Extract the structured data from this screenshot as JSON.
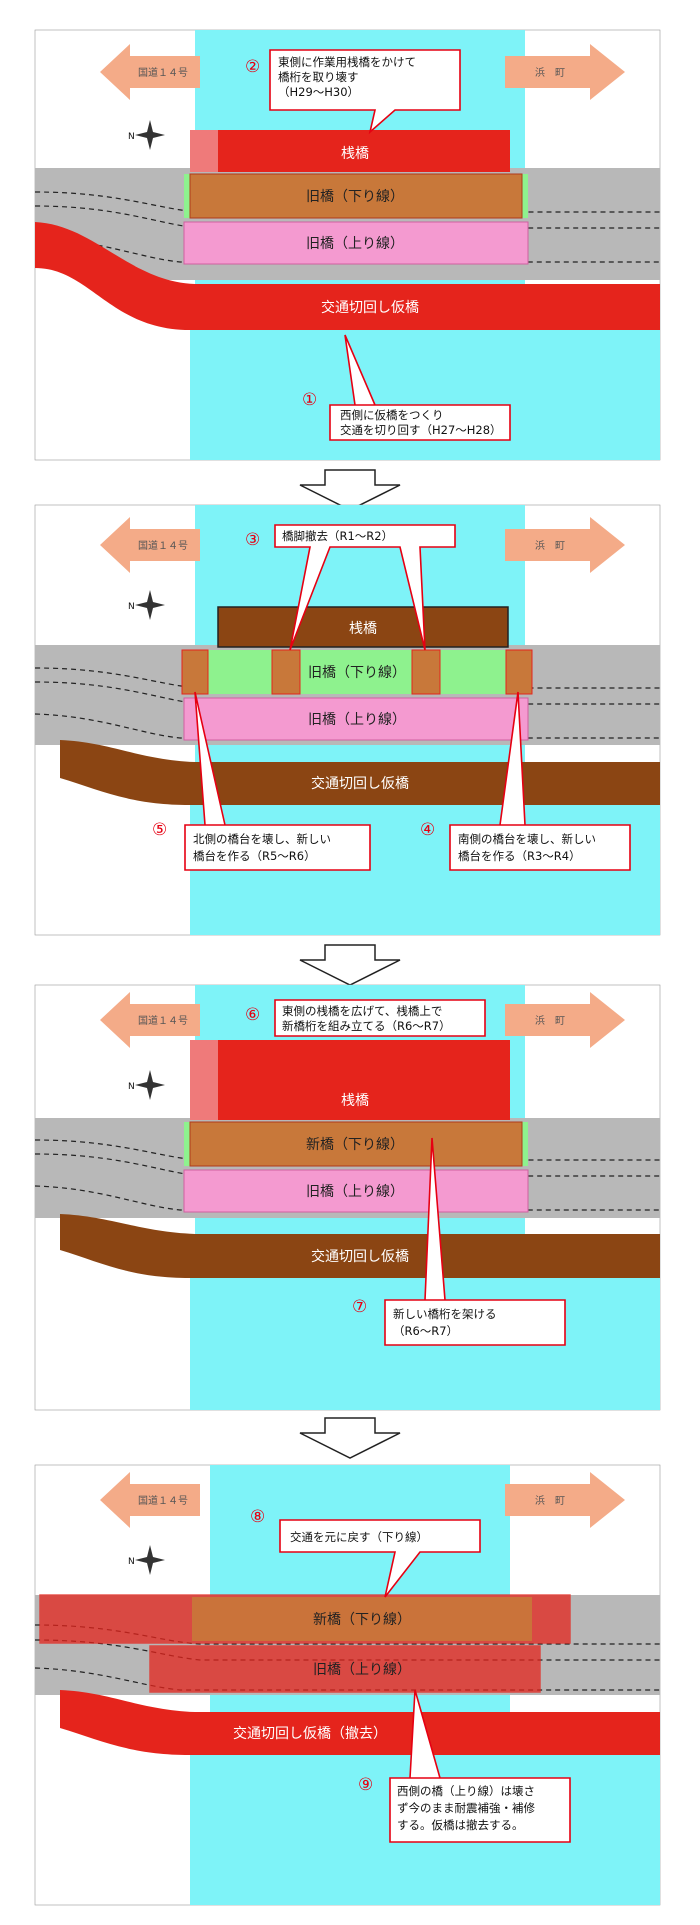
{
  "colors": {
    "river": "#7ef3f8",
    "red": "#e5241c",
    "brown": "#8b4513",
    "orange": "#c8783a",
    "pink": "#f49ad0",
    "green": "#8ef28e",
    "gray": "#b8b8b8",
    "arrow": "#f4ab88",
    "callout_border": "#e60012"
  },
  "roads": {
    "left": "国道１４号",
    "right": "浜　町"
  },
  "compass": "N",
  "arrow_icon": "down-arrow-icon",
  "panels": [
    {
      "labels": {
        "sanbashi": "桟橋",
        "kyu_kudari": "旧橋（下り線）",
        "kyu_nobori": "旧橋（上り線）",
        "karibashi": "交通切回し仮橋"
      },
      "callouts": [
        {
          "num": "②",
          "lines": [
            "東側に作業用桟橋をかけて",
            "橋桁を取り壊す",
            "（H29～H30）"
          ]
        },
        {
          "num": "①",
          "lines": [
            "西側に仮橋をつくり",
            "交通を切り回す（H27～H28）"
          ]
        }
      ]
    },
    {
      "labels": {
        "sanbashi": "桟橋",
        "kyu_kudari": "旧橋（下り線）",
        "kyu_nobori": "旧橋（上り線）",
        "karibashi": "交通切回し仮橋"
      },
      "callouts": [
        {
          "num": "③",
          "lines": [
            "橋脚撤去（R1～R2）"
          ]
        },
        {
          "num": "⑤",
          "lines": [
            "北側の橋台を壊し、新しい",
            "橋台を作る（R5～R6）"
          ]
        },
        {
          "num": "④",
          "lines": [
            "南側の橋台を壊し、新しい",
            "橋台を作る（R3～R4）"
          ]
        }
      ]
    },
    {
      "labels": {
        "sanbashi": "桟橋",
        "shin_kudari": "新橋（下り線）",
        "kyu_nobori": "旧橋（上り線）",
        "karibashi": "交通切回し仮橋"
      },
      "callouts": [
        {
          "num": "⑥",
          "lines": [
            "東側の桟橋を広げて、桟橋上で",
            "新橋桁を組み立てる（R6～R7）"
          ]
        },
        {
          "num": "⑦",
          "lines": [
            "新しい橋桁を架ける",
            "（R6～R7）"
          ]
        }
      ]
    },
    {
      "labels": {
        "shin_kudari": "新橋（下り線）",
        "kyu_nobori": "旧橋（上り線）",
        "karibashi": "交通切回し仮橋（撤去）"
      },
      "callouts": [
        {
          "num": "⑧",
          "lines": [
            "交通を元に戻す（下り線）"
          ]
        },
        {
          "num": "⑨",
          "lines": [
            "西側の橋（上り線）は壊さ",
            "ず今のまま耐震補強・補修",
            "する。仮橋は撤去する。"
          ]
        }
      ]
    }
  ]
}
